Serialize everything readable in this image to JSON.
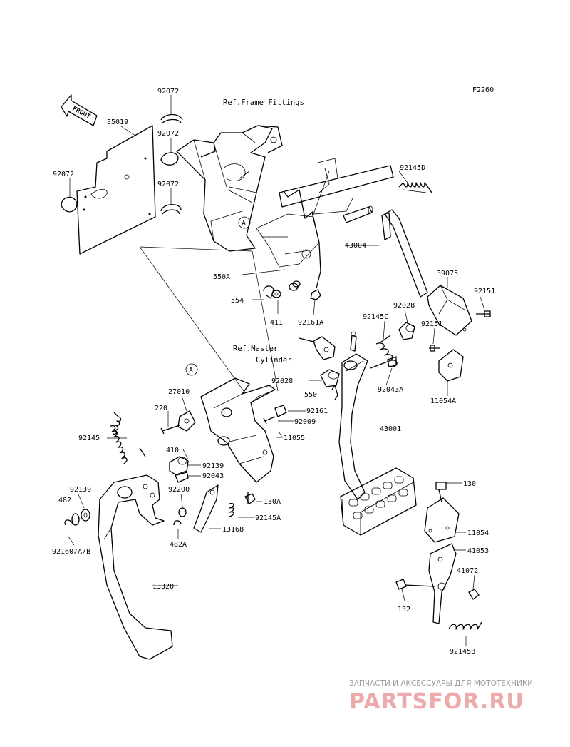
{
  "figure_code": "F2260",
  "front_label": "FRONT",
  "refs": {
    "frame_fittings": "Ref.Frame Fittings",
    "master_line1": "Ref.Master",
    "master_line2": "Cylinder"
  },
  "circle_marker": "A",
  "parts": {
    "p92072_top": "92072",
    "p35019": "35019",
    "p92072_mid": "92072",
    "p92072_left": "92072",
    "p92072_low": "92072",
    "p92145D": "92145D",
    "p43004": "43004",
    "p550A": "550A",
    "p554": "554",
    "p411": "411",
    "p92161A": "92161A",
    "p39075": "39075",
    "p92151_a": "92151",
    "p92028_a": "92028",
    "p92145C": "92145C",
    "p92151_b": "92151",
    "p92028_b": "92028",
    "p550": "550",
    "p92043A": "92043A",
    "p11054A": "11054A",
    "p27010": "27010",
    "p220": "220",
    "p92161": "92161",
    "p92009": "92009",
    "p43001": "43001",
    "p92145": "92145",
    "p11055": "11055",
    "p410": "410",
    "p92139_a": "92139",
    "p92043": "92043",
    "p92200": "92200",
    "p92139_b": "92139",
    "p482": "482",
    "p130A": "130A",
    "p92145A": "92145A",
    "p13168": "13168",
    "p482A": "482A",
    "p92160": "92160/A/B",
    "p130": "130",
    "p11054": "11054",
    "p41053": "41053",
    "p41072": "41072",
    "p132": "132",
    "p13320": "13320",
    "p92145B": "92145B"
  },
  "watermark": {
    "line1": "ЗАПЧАСТИ И АКСЕССУАРЫ ДЛЯ МОТОТЕХНИКИ",
    "line2": "PARTSFOR.RU"
  }
}
